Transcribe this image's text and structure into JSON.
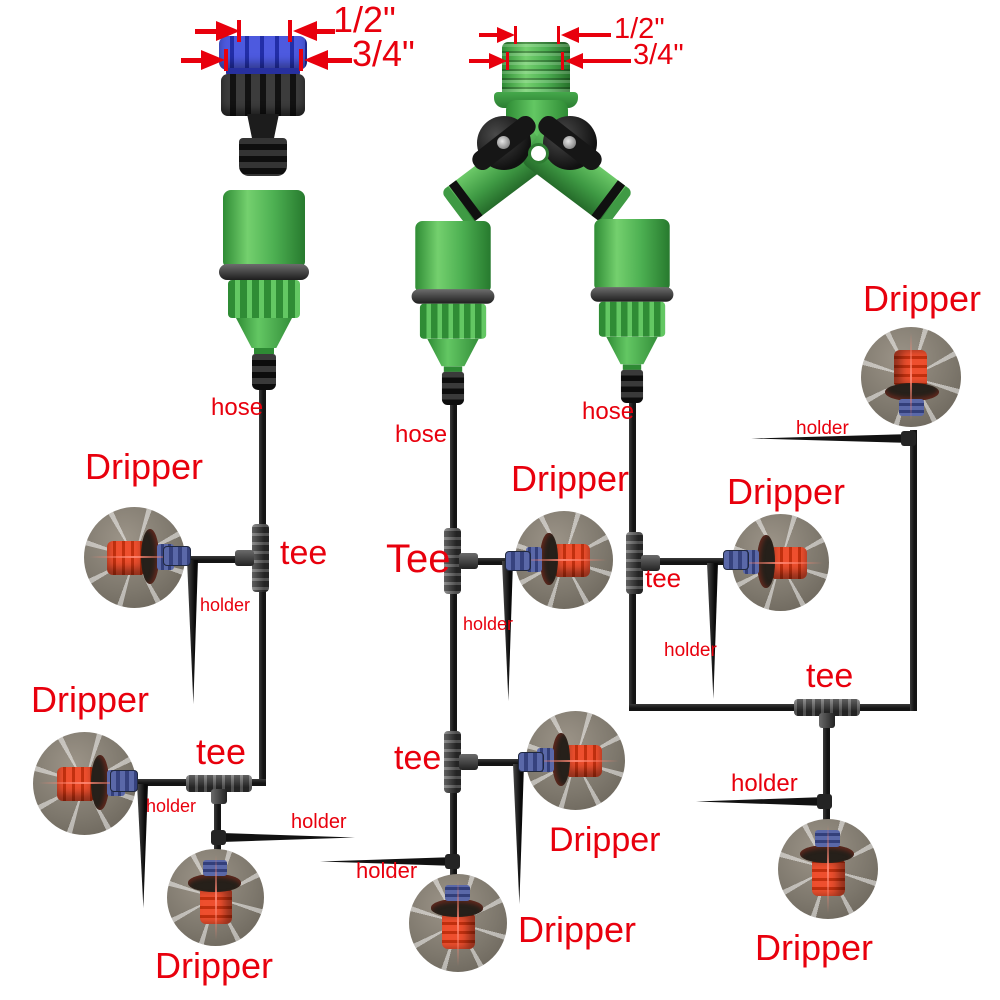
{
  "dimensions": {
    "half_inch": "1/2\"",
    "three_quarter_inch": "3/4\""
  },
  "labels": {
    "hose": "hose",
    "tee": "tee",
    "tee_capitalized": "Tee",
    "holder": "holder",
    "dripper": "Dripper"
  },
  "colors": {
    "label_red": "#e8000d",
    "fitting_green": "#4db052",
    "tap_adapter_blue": "#3544c6",
    "hose_black": "#141414",
    "tee_gray": "#4a4a4a",
    "dripper_orange": "#e94a2b",
    "barb_connector_blue": "#4a58a6",
    "photo_background": "#7d776c"
  },
  "parts": {
    "tap_adapter": "faucet-tap-adapter",
    "two_way_splitter": "two-way-valve-splitter",
    "quick_connector": "garden-hose-quick-connector",
    "hose": "irrigation-hose",
    "tee": "tee-fitting",
    "holder": "stake-holder",
    "dripper": "micro-sprinkler-dripper"
  }
}
